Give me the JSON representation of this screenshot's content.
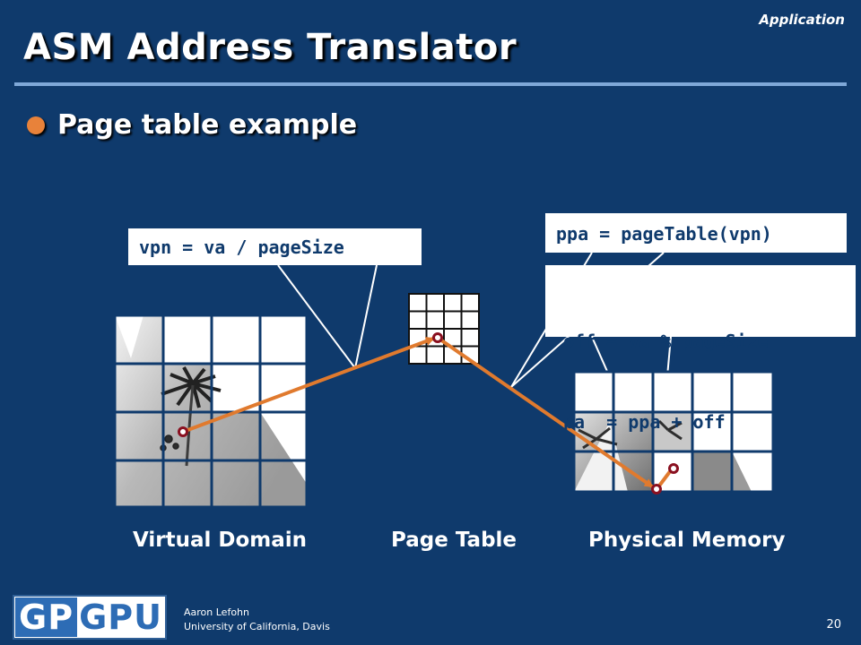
{
  "header": {
    "section": "Application",
    "title": "ASM Address Translator"
  },
  "bullet": {
    "text": "Page table example"
  },
  "diagram": {
    "vpn_formula": "vpn = va / pageSize",
    "ppa_formula": "ppa = pageTable(vpn)",
    "offset_formulas": [
      "off = va % pageSize",
      "pa  = ppa + off"
    ],
    "labels": {
      "virtual": "Virtual Domain",
      "table": "Page Table",
      "physical": "Physical Memory"
    }
  },
  "colors": {
    "background": "#0f3a6c",
    "accent": "#e8823a",
    "arrow": "#e07a2e",
    "point": "#8a1020",
    "rule": "#7fa8d8"
  },
  "footer": {
    "logo": "GPGPU",
    "author": "Aaron Lefohn",
    "affiliation": "University of California, Davis",
    "page_number": "20"
  }
}
